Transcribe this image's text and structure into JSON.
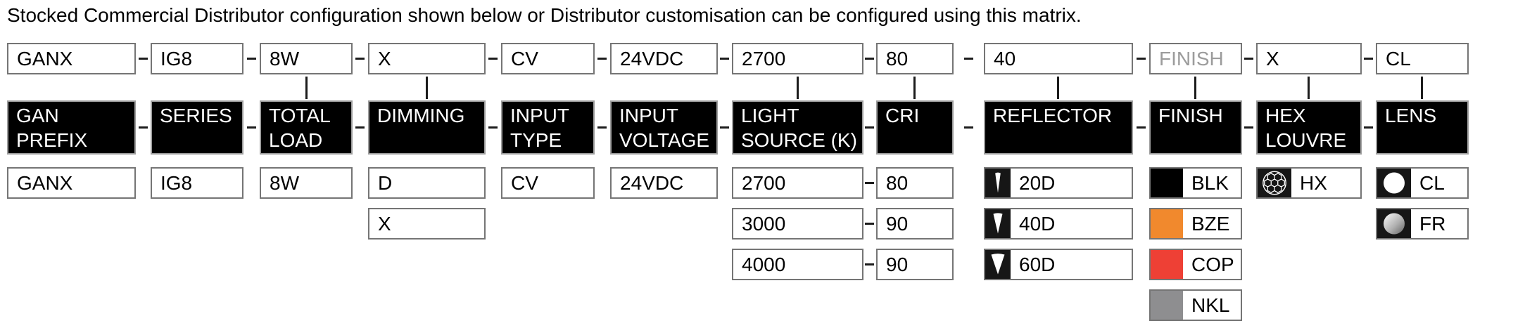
{
  "title": "Stocked Commercial Distributor configuration shown below or Distributor customisation can be configured using this matrix.",
  "colors": {
    "header_bg": "#000000",
    "header_text": "#ffffff",
    "box_border": "#757575",
    "placeholder_text": "#9c9c9c",
    "finish_blk": "#000000",
    "finish_bze": "#F1892D",
    "finish_cop": "#EE4035",
    "finish_nkl": "#8E8E90"
  },
  "matrix": {
    "columns": [
      {
        "code": "GANX",
        "header": "GAN\nPREFIX",
        "options": [
          {
            "label": "GANX"
          }
        ]
      },
      {
        "code": "IG8",
        "header": "SERIES",
        "options": [
          {
            "label": "IG8"
          }
        ]
      },
      {
        "code": "8W",
        "header": "TOTAL\nLOAD",
        "options": [
          {
            "label": "8W"
          }
        ]
      },
      {
        "code": "X",
        "header": "DIMMING",
        "options": [
          {
            "label": "D"
          },
          {
            "label": "X"
          }
        ]
      },
      {
        "code": "CV",
        "header": "INPUT\nTYPE",
        "options": [
          {
            "label": "CV"
          }
        ]
      },
      {
        "code": "24VDC",
        "header": "INPUT\nVOLTAGE",
        "options": [
          {
            "label": "24VDC"
          }
        ]
      },
      {
        "code": "2700",
        "header": "LIGHT\nSOURCE (K)",
        "options": [
          {
            "label": "2700"
          },
          {
            "label": "3000"
          },
          {
            "label": "4000"
          }
        ]
      },
      {
        "code": "80",
        "header": "CRI",
        "options": [
          {
            "label": "80"
          },
          {
            "label": "90"
          },
          {
            "label": "90"
          }
        ]
      },
      {
        "code": "40",
        "header": "REFLECTOR",
        "options": [
          {
            "label": "20D",
            "icon": "beam-20d-icon"
          },
          {
            "label": "40D",
            "icon": "beam-40d-icon"
          },
          {
            "label": "60D",
            "icon": "beam-60d-icon"
          }
        ]
      },
      {
        "code": "FINISH",
        "header": "FINISH",
        "options": [
          {
            "label": "BLK",
            "swatch": "#000000"
          },
          {
            "label": "BZE",
            "swatch": "#F1892D"
          },
          {
            "label": "COP",
            "swatch": "#EE4035"
          },
          {
            "label": "NKL",
            "swatch": "#8E8E90"
          }
        ]
      },
      {
        "code": "X",
        "header": "HEX\nLOUVRE",
        "options": [
          {
            "label": "HX",
            "icon": "hex-louvre-icon"
          }
        ]
      },
      {
        "code": "CL",
        "header": "LENS",
        "options": [
          {
            "label": "CL",
            "icon": "clear-lens-icon"
          },
          {
            "label": "FR",
            "icon": "frosted-lens-icon"
          }
        ]
      }
    ]
  }
}
